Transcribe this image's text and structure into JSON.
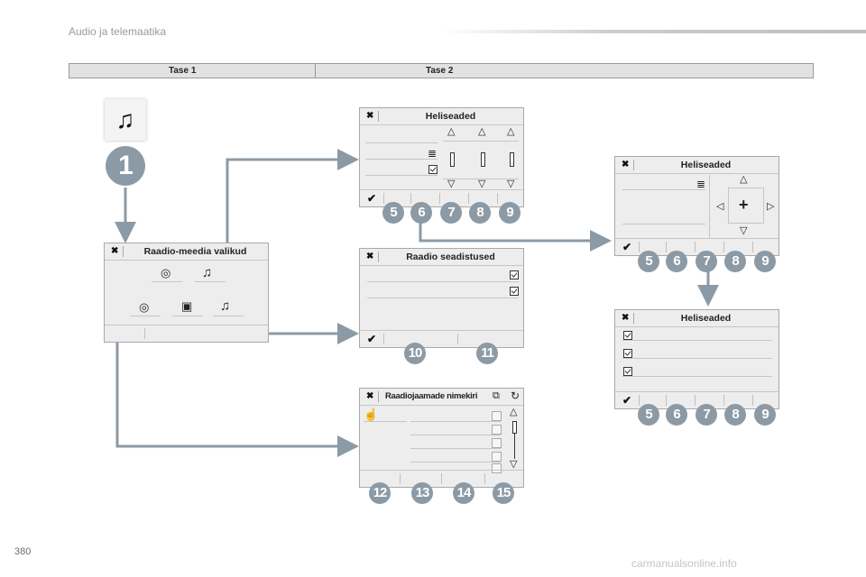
{
  "header": {
    "section_title": "Audio ja telemaatika"
  },
  "levels": {
    "level1": "Tase 1",
    "level2": "Tase 2"
  },
  "level1_badge": "1",
  "screens": {
    "radio_media_options": {
      "title": "Raadio-meedia valikud"
    },
    "sound_settings_eq": {
      "title": "Heliseaded",
      "badges": [
        "5",
        "6",
        "7",
        "8",
        "9"
      ]
    },
    "radio_settings": {
      "title": "Raadio seadistused",
      "badges": [
        "10",
        "11"
      ]
    },
    "station_list": {
      "title": "Raadiojaamade nimekiri",
      "badges": [
        "12",
        "13",
        "14",
        "15"
      ]
    },
    "sound_settings_balance": {
      "title": "Heliseaded",
      "badges": [
        "5",
        "6",
        "7",
        "8",
        "9"
      ]
    },
    "sound_settings_options": {
      "title": "Heliseaded",
      "badges": [
        "5",
        "6",
        "7",
        "8",
        "9"
      ]
    }
  },
  "icons": {
    "close": "close-icon",
    "confirm": "checkmark-icon",
    "music": "music-note-icon",
    "radio": "radio-wave-icon",
    "list": "list-icon",
    "checkbox": "checkbox-icon"
  },
  "colors": {
    "connector": "#8c9aa5",
    "badge": "#8c9aa5",
    "screen_bg": "#ededed"
  },
  "footer": {
    "page_number": "380",
    "watermark": "carmanualsonline.info"
  }
}
